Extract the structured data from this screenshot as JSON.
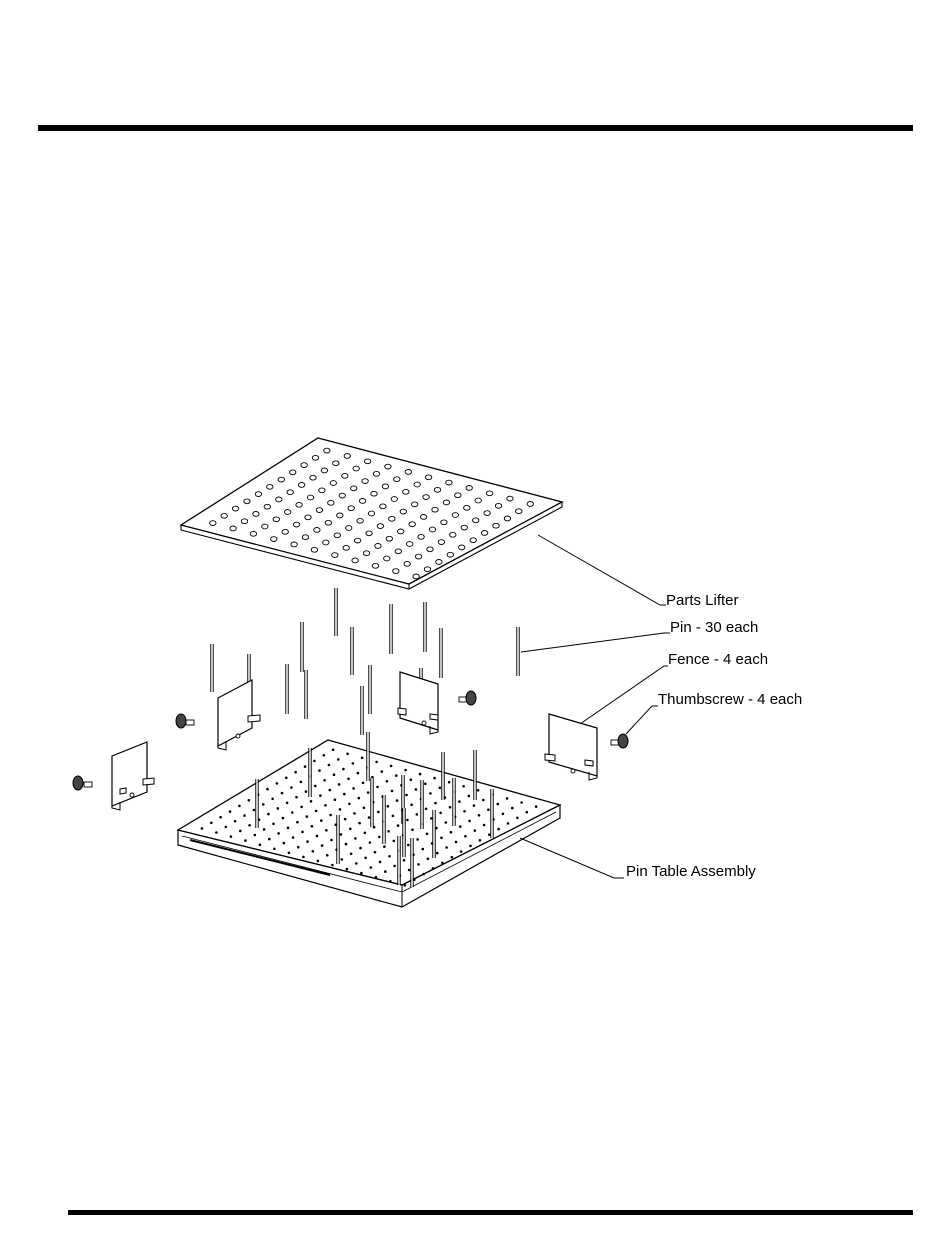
{
  "callouts": {
    "parts_lifter": "Parts Lifter",
    "pin": "Pin - 30 each",
    "fence": "Fence - 4 each",
    "thumbscrew": "Thumbscrew - 4 each",
    "pin_table": "Pin Table Assembly"
  },
  "colors": {
    "ink": "#000000",
    "paper": "#ffffff"
  }
}
